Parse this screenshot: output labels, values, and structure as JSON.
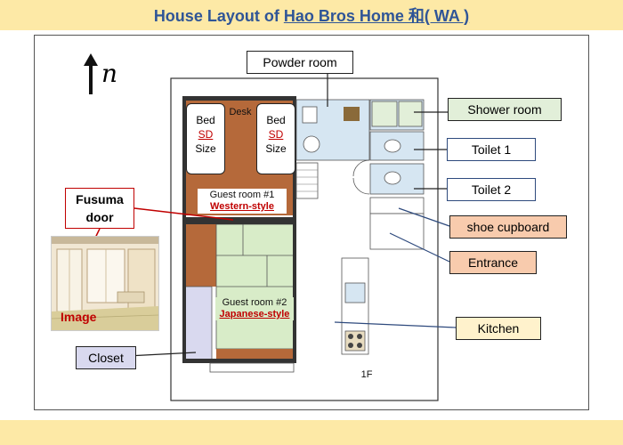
{
  "header": {
    "title_prefix": "House Layout of ",
    "title_main": "Hao Bros Home 和( WA )"
  },
  "compass": {
    "label": "n"
  },
  "labels": {
    "powder_room": "Powder room",
    "shower_room": "Shower room",
    "toilet_1": "Toilet 1",
    "toilet_2": "Toilet 2",
    "shoe_cupboard": "shoe cupboard",
    "entrance": "Entrance",
    "kitchen": "Kitchen",
    "closet": "Closet",
    "fusuma_line1": "Fusuma",
    "fusuma_line2": "door",
    "image": "Image"
  },
  "rooms": {
    "desk": "Desk",
    "bed_left": {
      "l1": "Bed",
      "l2": "SD",
      "l3": "Size"
    },
    "bed_right": {
      "l1": "Bed",
      "l2": "SD",
      "l3": "Size"
    },
    "guest1_title": "Guest room #1",
    "guest1_style": "Western-style",
    "guest2_title": "Guest room #2",
    "guest2_style": "Japanese-style",
    "floor": "1F"
  },
  "colors": {
    "title": "#2f5597",
    "band": "#fde9a6",
    "tatami": "#d8ecc8",
    "wood": "#b5693a",
    "accent_red": "#c00000",
    "pale_blue": "#d6e6f2",
    "green_label": "#e2efd9",
    "peach_label": "#f8cbad",
    "cream_label": "#fff2cc",
    "lavender": "#d9d9ef"
  }
}
